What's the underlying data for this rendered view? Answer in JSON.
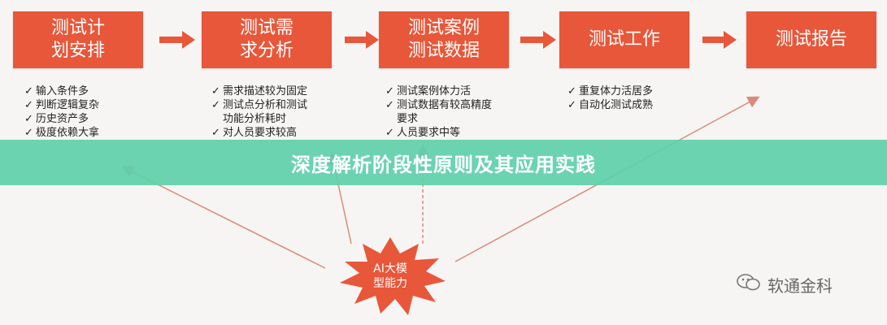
{
  "stages": [
    {
      "id": "plan",
      "label": "测试计\n划安排",
      "bullets": [
        "输入条件多",
        "判断逻辑复杂",
        "历史资产多",
        "极度依赖大拿"
      ]
    },
    {
      "id": "analysis",
      "label": "测试需\n求分析",
      "bullets": [
        "需求描述较为固定",
        "测试点分析和测试\n功能分析耗时",
        "对人员要求较高"
      ]
    },
    {
      "id": "cases",
      "label": "测试案例\n测试数据",
      "bullets": [
        "测试案例体力活",
        "测试数据有较高精度\n要求",
        "人员要求中等"
      ]
    },
    {
      "id": "work",
      "label": "测试工作",
      "bullets": [
        "重复体力活居多",
        "自动化测试成熟"
      ]
    },
    {
      "id": "report",
      "label": "测试报告",
      "bullets": []
    }
  ],
  "check_mark": "✓",
  "banner_title": "深度解析阶段性原则及其应用实践",
  "burst_label": "AI大模\n型能力",
  "watermark": "软通金科",
  "watermark_icon": "wechat-icon",
  "colors": {
    "stage": "#e8573a",
    "banner": "#5ecfaa",
    "line": "#d98b7a"
  }
}
